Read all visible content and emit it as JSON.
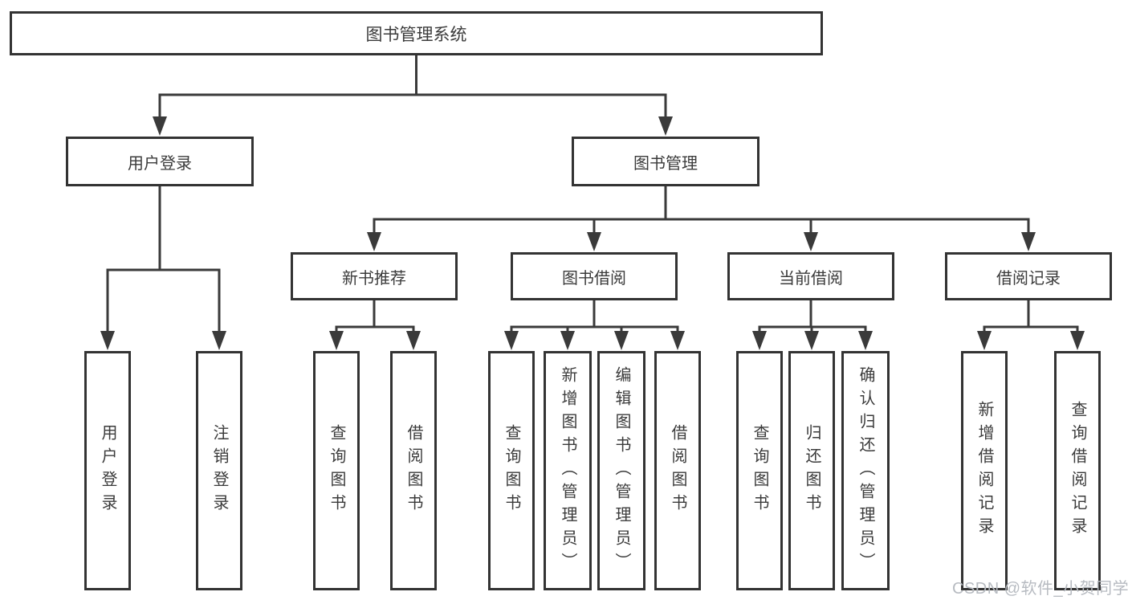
{
  "diagram": {
    "type": "hierarchy-tree",
    "nodes": {
      "root": "图书管理系统",
      "user_login": "用户登录",
      "book_mgmt": "图书管理",
      "new_book_rec": "新书推荐",
      "book_borrow": "图书借阅",
      "current_borrow": "当前借阅",
      "borrow_records": "借阅记录",
      "leaf_user_login": "用户登录",
      "leaf_logout": "注销登录",
      "leaf_rec_query": "查询图书",
      "leaf_rec_borrow": "借阅图书",
      "leaf_bb_query": "查询图书",
      "leaf_bb_add": "新增图书（管理员）",
      "leaf_bb_edit": "编辑图书（管理员）",
      "leaf_bb_borrow": "借阅图书",
      "leaf_cb_query": "查询图书",
      "leaf_cb_return": "归还图书",
      "leaf_cb_confirm": "确认归还（管理员）",
      "leaf_br_add": "新增借阅记录",
      "leaf_br_query": "查询借阅记录"
    },
    "hierarchy": {
      "图书管理系统": [
        "用户登录",
        "图书管理"
      ],
      "用户登录": [
        "用户登录",
        "注销登录"
      ],
      "图书管理": [
        "新书推荐",
        "图书借阅",
        "当前借阅",
        "借阅记录"
      ],
      "新书推荐": [
        "查询图书",
        "借阅图书"
      ],
      "图书借阅": [
        "查询图书",
        "新增图书（管理员）",
        "编辑图书（管理员）",
        "借阅图书"
      ],
      "当前借阅": [
        "查询图书",
        "归还图书",
        "确认归还（管理员）"
      ],
      "借阅记录": [
        "新增借阅记录",
        "查询借阅记录"
      ]
    },
    "watermark": "CSDN @软件_小贺同学",
    "colors": {
      "line": "#3a3a3a",
      "box_border": "#333333",
      "text": "#3b3b3b",
      "watermark": "#b7bbc1",
      "background": "#ffffff"
    }
  }
}
